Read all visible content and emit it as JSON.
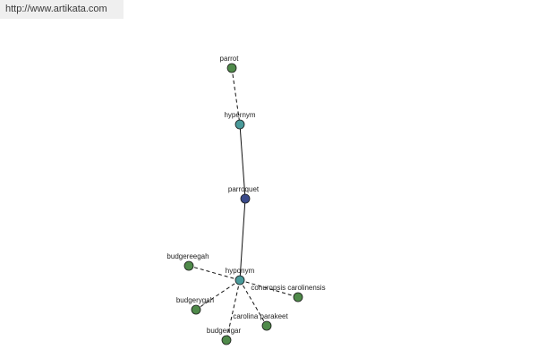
{
  "banner": {
    "url_text": "http://www.artikata.com"
  },
  "colors": {
    "leaf": "#4f8a4a",
    "relation": "#4a9a9a",
    "center": "#3a4a8a"
  },
  "graph": {
    "nodes": {
      "parrot": {
        "label": "parrot",
        "kind": "leaf"
      },
      "hypernym": {
        "label": "hypernym",
        "kind": "relation"
      },
      "parroquet": {
        "label": "parroquet",
        "kind": "center"
      },
      "hyponym": {
        "label": "hyponym",
        "kind": "relation"
      },
      "budgereegah": {
        "label": "budgereegah",
        "kind": "leaf"
      },
      "budgerygah": {
        "label": "budgerygah",
        "kind": "leaf"
      },
      "budgerigar": {
        "label": "budgerigar",
        "kind": "leaf"
      },
      "carolina_parakeet": {
        "label": "carolina parakeet",
        "kind": "leaf"
      },
      "conuropsis_carolinensis": {
        "label": "conuropsis carolinensis",
        "kind": "leaf"
      }
    }
  }
}
